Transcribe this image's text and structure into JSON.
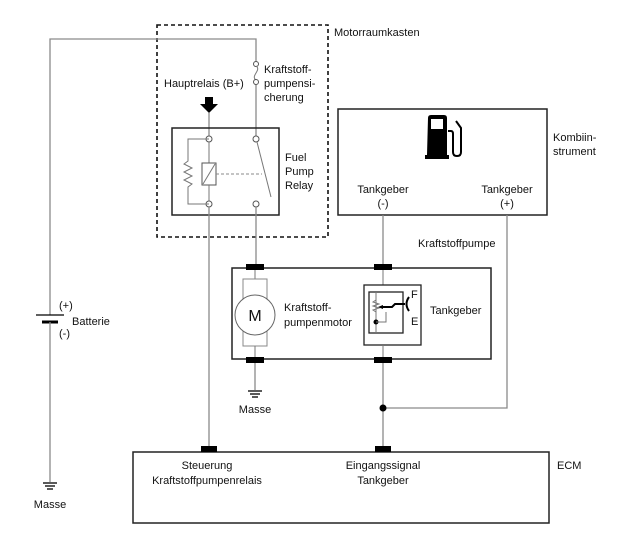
{
  "labels": {
    "engine_box": "Motorraumkasten",
    "fuse_line1": "Kraftstoff-",
    "fuse_line2": "pumpensi-",
    "fuse_line3": "cherung",
    "main_relay": "Hauptrelais (B+)",
    "relay_line1": "Fuel",
    "relay_line2": "Pump",
    "relay_line3": "Relay",
    "cluster_line1": "Kombiin-",
    "cluster_line2": "strument",
    "sender_neg_line1": "Tankgeber",
    "sender_neg_line2": "(-)",
    "sender_pos_line1": "Tankgeber",
    "sender_pos_line2": "(+)",
    "fuel_pump": "Kraftstoffpumpe",
    "motor_symbol": "M",
    "motor_line1": "Kraftstoff-",
    "motor_line2": "pumpenmotor",
    "sender": "Tankgeber",
    "sender_full": "F",
    "sender_empty": "E",
    "battery_plus": "(+)",
    "battery": "Batterie",
    "battery_minus": "(-)",
    "ground_pump": "Masse",
    "ground_battery": "Masse",
    "ecm": "ECM",
    "ecm_relay_line1": "Steuerung",
    "ecm_relay_line2": "Kraftstoffpumpenrelais",
    "ecm_sender_line1": "Eingangssignal",
    "ecm_sender_line2": "Tankgeber"
  },
  "icons": {
    "fuel_gauge": "fuel-pump-icon",
    "motor": "motor-icon",
    "ground": "ground-icon",
    "battery": "battery-icon"
  }
}
